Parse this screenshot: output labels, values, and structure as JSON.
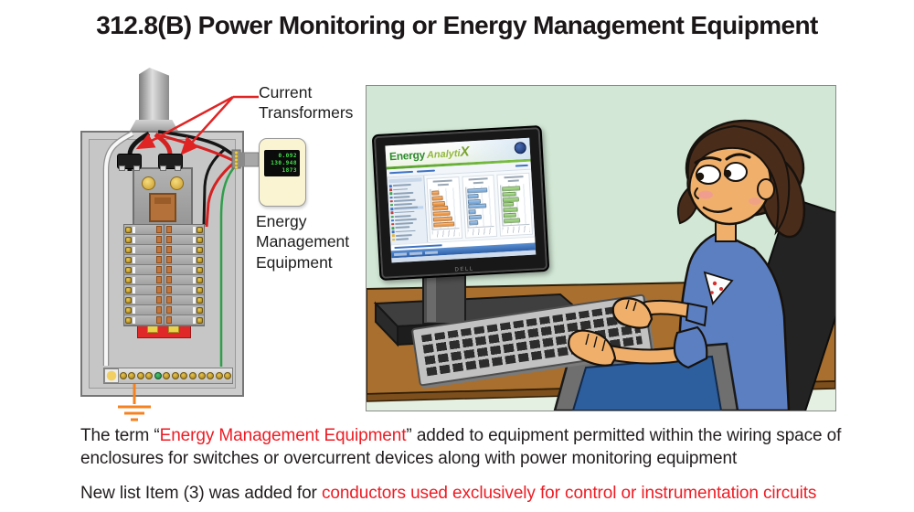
{
  "title": "312.8(B) Power Monitoring or Energy Management Equipment",
  "left_figure": {
    "labels": {
      "current_transformers": "Current Transformers",
      "energy_management_equipment": "Energy Management Equipment"
    },
    "meter": {
      "rows": [
        "0.092",
        "130.948",
        "1873"
      ]
    }
  },
  "right_figure": {
    "monitor_brand": "DELL",
    "monitor_app": {
      "title_word1": "Energy",
      "title_word2": "Analyti",
      "title_x": "X",
      "charts": [
        {
          "name": "orange-bars",
          "color": "#f0953f",
          "bars": [
            0.3,
            0.44,
            0.54,
            0.62,
            0.7,
            0.78,
            0.86
          ]
        },
        {
          "name": "blue-bars",
          "color": "#7bacdd",
          "bars": [
            0.82,
            0.46,
            0.52,
            0.78,
            0.3,
            0.52,
            0.38
          ]
        },
        {
          "name": "green-bars",
          "color": "#8fca6f",
          "bars": [
            0.72,
            0.55,
            0.66,
            0.42,
            0.6,
            0.5,
            0.68
          ]
        }
      ]
    }
  },
  "footer": {
    "p1_before": "The term “",
    "p1_red": "Energy Management Equipment",
    "p1_after": "” added to equipment permitted within the wiring space of enclosures for switches or overcurrent devices along with power monitoring equipment",
    "p2_before": "New list Item (3) was added for ",
    "p2_red": "conductors used exclusively for control or instrumentation circuits"
  },
  "colors": {
    "highlight_red": "#ed1c24",
    "scene_bg": "#d2e7d5",
    "desk_brown": "#a86f2e",
    "shirt_blue": "#5b7fc0",
    "skin": "#f0b06c",
    "hair_brown": "#4a2c1b",
    "meter_green": "#46e04e",
    "app_green": "#2e8b2e"
  }
}
